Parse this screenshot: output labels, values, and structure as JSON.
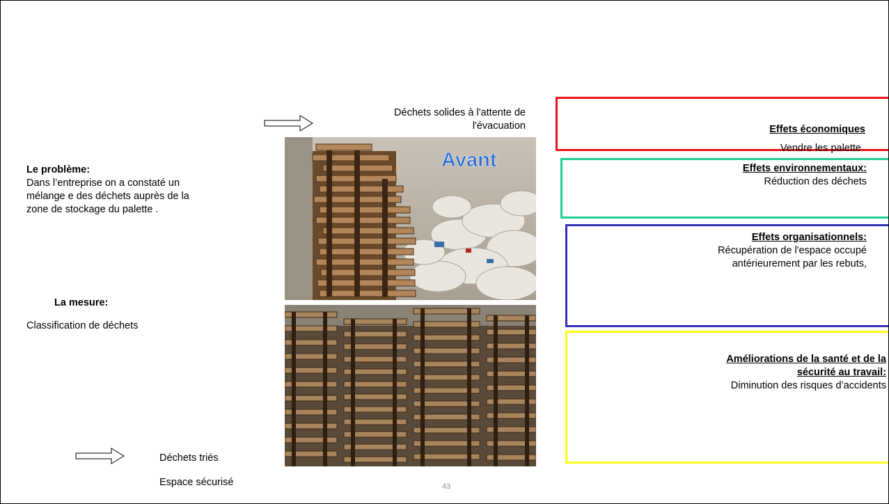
{
  "left": {
    "problem_title": "Le problème:",
    "problem_text_1": "Dans l’entreprise on  a   constaté un",
    "problem_text_2": "mélange e des déchets auprès de la",
    "problem_text_3": "zone de stockage du palette .",
    "measure_title": "La mesure:",
    "measure_text": "Classification de déchets",
    "result_1": "Déchets triés",
    "result_2": "Espace sécurisé"
  },
  "center": {
    "caption_line_1": "Déchets solides à l'attente de",
    "caption_line_2": "l'évacuation",
    "before_label": "Avant",
    "page_number": "43"
  },
  "effects": {
    "economic": {
      "title": "Effets économiques",
      "text": "Vendre les palette",
      "color": "#e8141a"
    },
    "environmental": {
      "title": "Effets environnementaux:",
      "text": "Réduction des déchets",
      "color": "#1ecf95"
    },
    "organizational": {
      "title": "Effets organisationnels:",
      "text_1": "Récupération de l'espace occupé",
      "text_2": "antérieurement par les rebuts,",
      "color": "#3131b7"
    },
    "health": {
      "title_1": "Améliorations de la santé et de la",
      "title_2": "sécurité au travail:",
      "text": "Diminution des risques d’accidents",
      "color": "#ffff1a"
    }
  },
  "icons": [
    "arrow-right-icon",
    "arrow-right-icon"
  ]
}
